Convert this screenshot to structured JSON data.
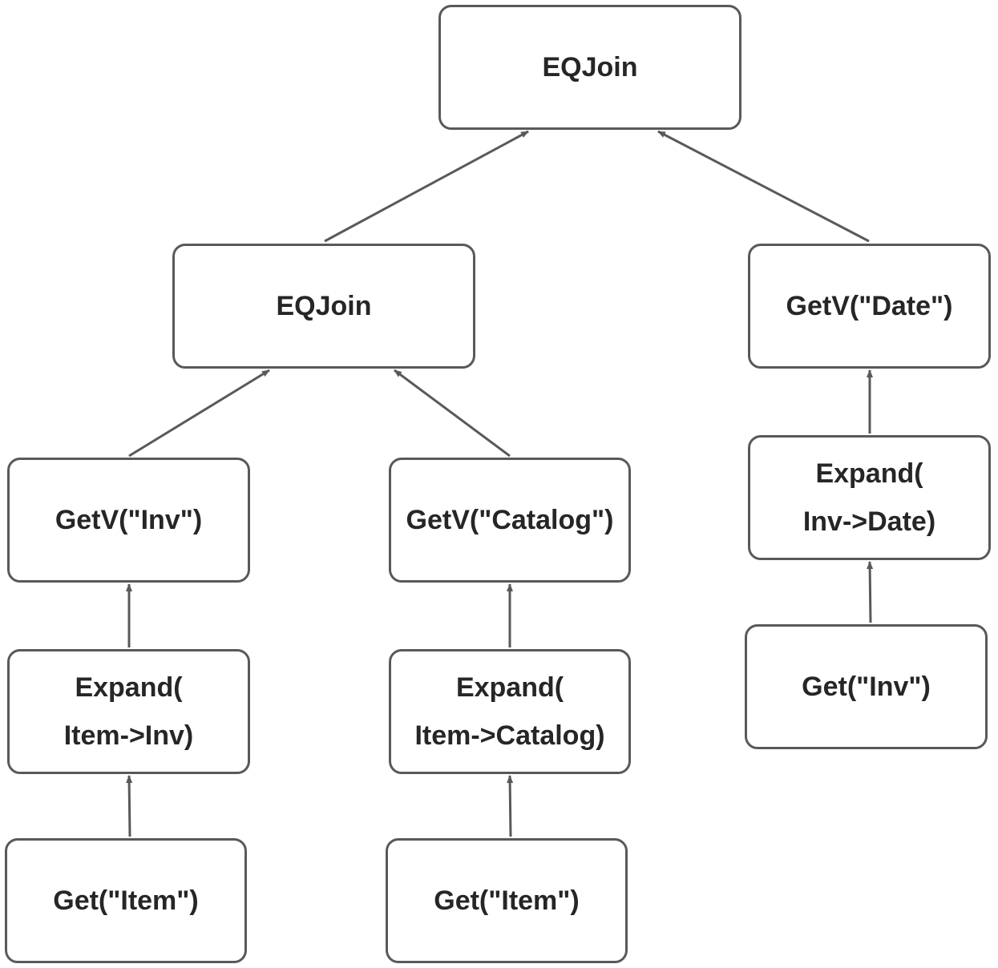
{
  "nodes": {
    "root": {
      "label": "EQJoin"
    },
    "join_left": {
      "label": "EQJoin"
    },
    "getv_date": {
      "label": "GetV(\"Date\")"
    },
    "getv_inv": {
      "label": "GetV(\"Inv\")"
    },
    "getv_catalog": {
      "label": "GetV(\"Catalog\")"
    },
    "expand_date": {
      "line1": "Expand(",
      "line2": "Inv->Date)"
    },
    "expand_inv": {
      "line1": "Expand(",
      "line2": "Item->Inv)"
    },
    "expand_catalog": {
      "line1": "Expand(",
      "line2": "Item->Catalog)"
    },
    "get_inv": {
      "label": "Get(\"Inv\")"
    },
    "get_item_1": {
      "label": "Get(\"Item\")"
    },
    "get_item_2": {
      "label": "Get(\"Item\")"
    }
  },
  "edges": [
    {
      "from": "join_left",
      "to": "root"
    },
    {
      "from": "getv_date",
      "to": "root"
    },
    {
      "from": "getv_inv",
      "to": "join_left"
    },
    {
      "from": "getv_catalog",
      "to": "join_left"
    },
    {
      "from": "expand_date",
      "to": "getv_date"
    },
    {
      "from": "get_inv",
      "to": "expand_date"
    },
    {
      "from": "expand_inv",
      "to": "getv_inv"
    },
    {
      "from": "get_item_1",
      "to": "expand_inv"
    },
    {
      "from": "expand_catalog",
      "to": "getv_catalog"
    },
    {
      "from": "get_item_2",
      "to": "expand_catalog"
    }
  ],
  "colors": {
    "stroke": "#595959",
    "text": "#262626",
    "background": "#ffffff"
  }
}
